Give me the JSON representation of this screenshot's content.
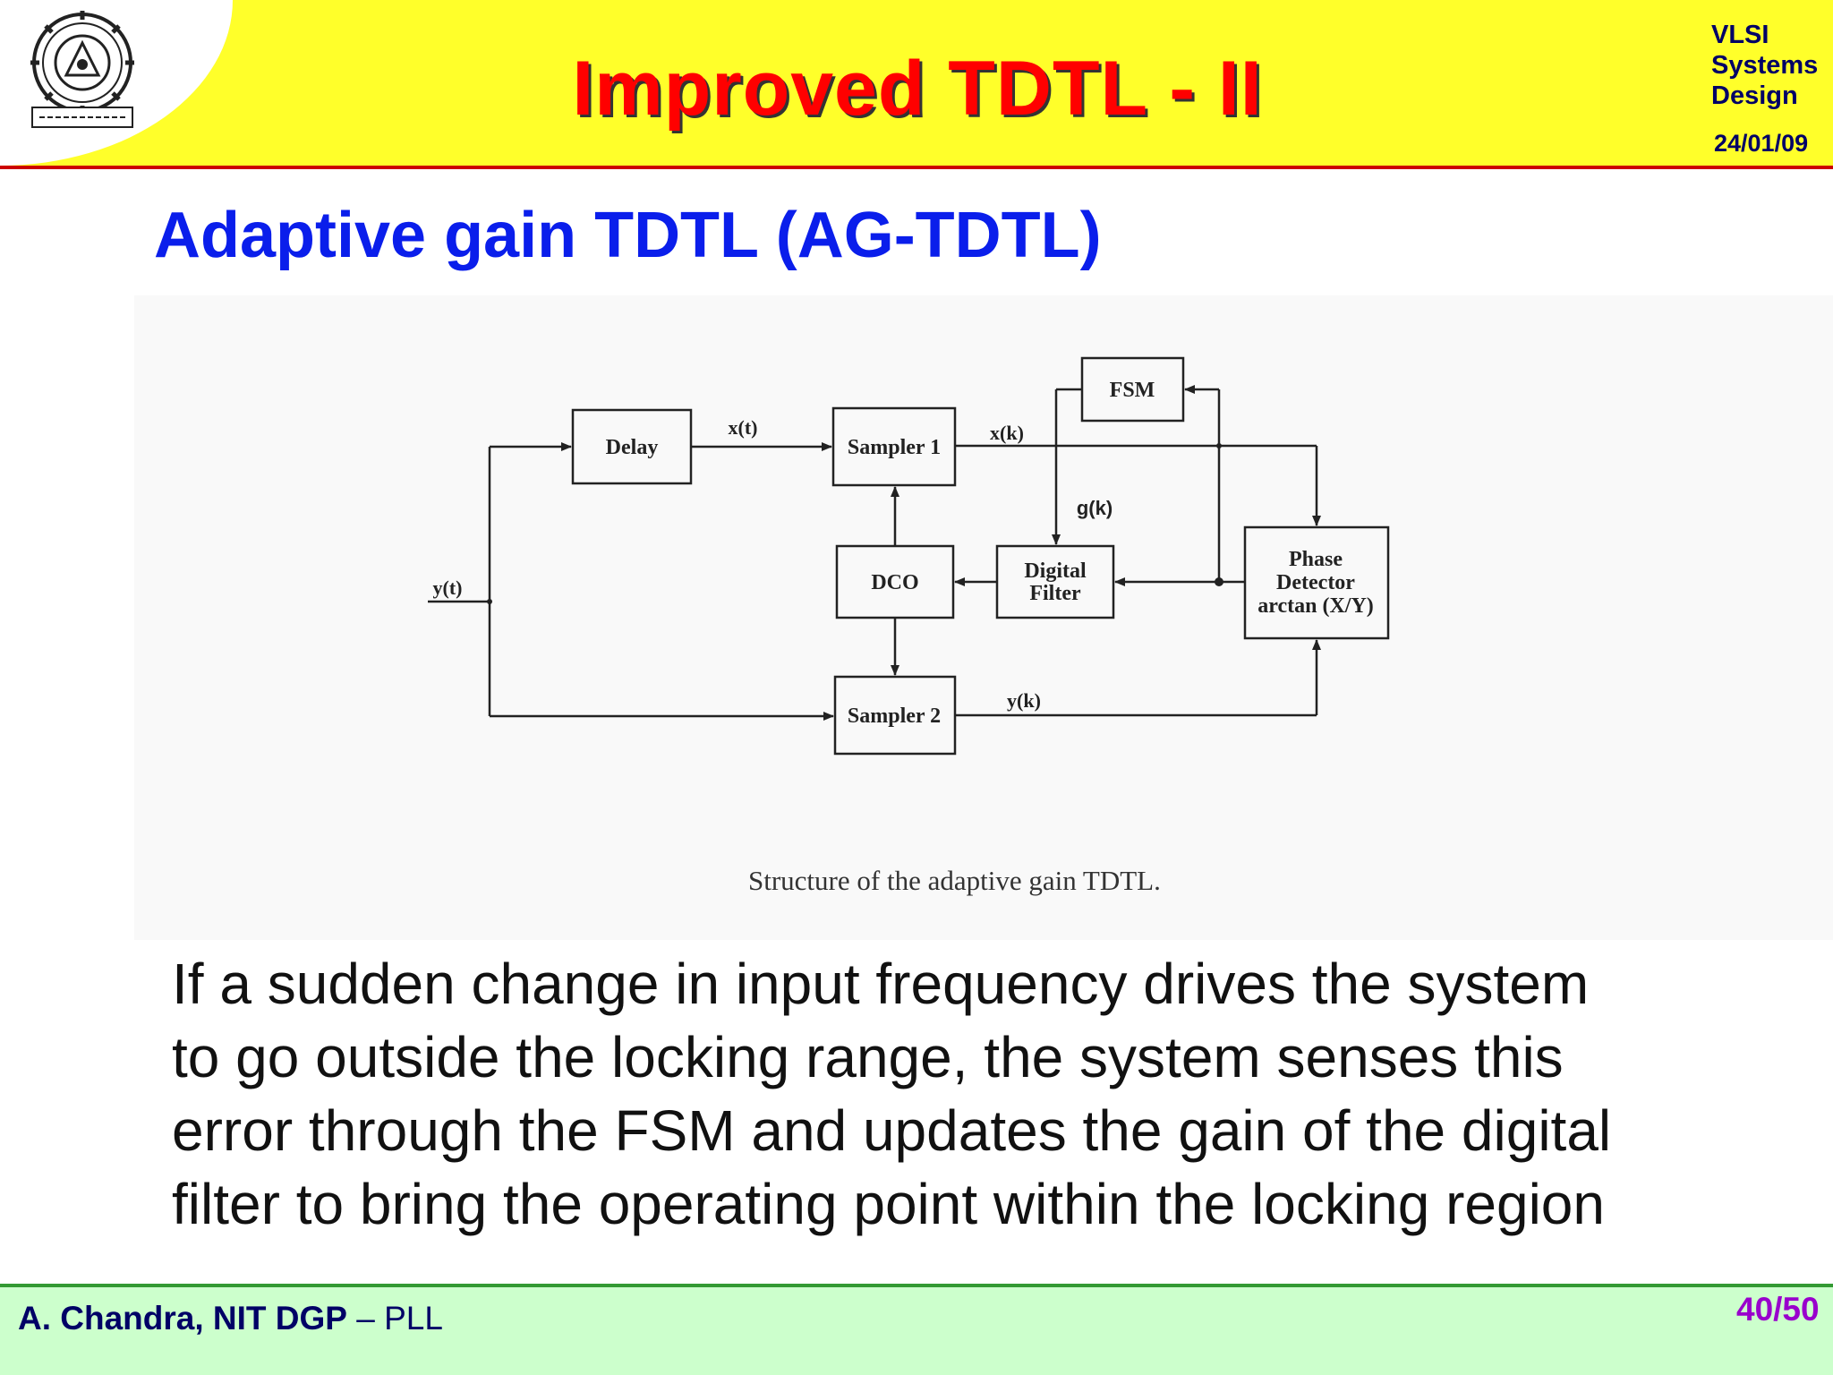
{
  "header": {
    "title": "Improved TDTL - II",
    "course_lines": [
      "VLSI",
      "Systems",
      "Design"
    ],
    "date": "24/01/09"
  },
  "subtitle": "Adaptive gain TDTL (AG-TDTL)",
  "diagram": {
    "blocks": {
      "delay": "Delay",
      "sampler1": "Sampler 1",
      "fsm": "FSM",
      "dco": "DCO",
      "digital_filter": [
        "Digital",
        "Filter"
      ],
      "phase_detector": [
        "Phase",
        "Detector",
        "arctan (X/Y)"
      ],
      "sampler2": "Sampler 2"
    },
    "signals": {
      "xt": "x(t)",
      "xk": "x(k)",
      "gk": "g(k)",
      "yt": "y(t)",
      "yk": "y(k)"
    },
    "caption": "Structure of the adaptive gain TDTL."
  },
  "body": {
    "lines": [
      "If a sudden change in input frequency drives the system",
      "to go outside the locking range, the system senses this",
      "error through the FSM and updates the gain of the digital",
      "filter to bring the operating point within the locking region"
    ]
  },
  "footer": {
    "author": "A. Chandra, NIT DGP",
    "separator": " – ",
    "topic": "PLL",
    "page": "40/50"
  },
  "colors": {
    "header_bg": "#ffff2a",
    "title": "#ff0000",
    "subtitle": "#0a1eeb",
    "footer_bg": "#ccffcc",
    "page_num": "#9900cc",
    "rule_red": "#cc0000",
    "rule_green": "#339933"
  }
}
